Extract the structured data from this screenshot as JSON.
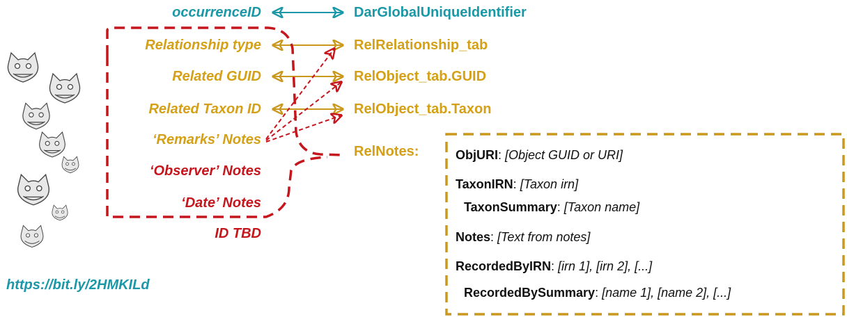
{
  "left_labels": {
    "occurrence_id": "occurrenceID",
    "relationship_type": "Relationship type",
    "related_guid": "Related GUID",
    "related_taxon_id": "Related Taxon ID",
    "remarks_notes": "‘Remarks’ Notes",
    "observer_notes": "‘Observer’ Notes",
    "date_notes": "‘Date’ Notes",
    "id_tbd": "ID TBD"
  },
  "right_labels": {
    "dar_guid": "DarGlobalUniqueIdentifier",
    "rel_relationship": "RelRelationship_tab",
    "rel_object_guid": "RelObject_tab.GUID",
    "rel_object_taxon": "RelObject_tab.Taxon",
    "rel_notes": "RelNotes:"
  },
  "notes_box": {
    "obj_uri_key": "ObjURI",
    "obj_uri_val": "[Object GUID or URI]",
    "taxon_irn_key": "TaxonIRN",
    "taxon_irn_val": "[Taxon irn]",
    "taxon_summary_key": "TaxonSummary",
    "taxon_summary_val": "[Taxon name]",
    "notes_key": "Notes",
    "notes_val": "[Text from notes]",
    "recorded_irn_key": "RecordedByIRN",
    "recorded_irn_val": "[irn 1], [irn 2], [...]",
    "recorded_summary_key": "RecordedBySummary",
    "recorded_summary_val": "[name 1], [name 2], [...]",
    "sep": ": "
  },
  "url": "https://bit.ly/2HMKILd",
  "colors": {
    "teal": "#1a98a8",
    "gold": "#d4a017",
    "red": "#c4161c"
  },
  "icons": [
    "cheshire-cat-icon"
  ]
}
